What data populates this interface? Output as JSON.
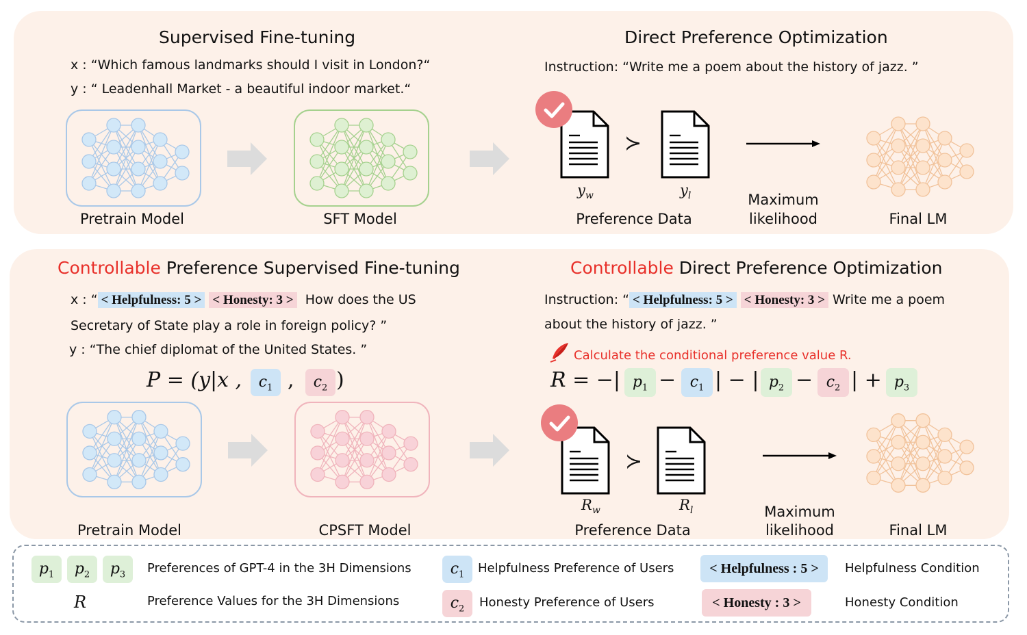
{
  "top": {
    "sft_title": "Supervised Fine-tuning",
    "sft_x": "x : “Which famous landmarks should I visit in London?“",
    "sft_y": "y : “ Leadenhall Market - a beautiful indoor market.“",
    "pretrain_label": "Pretrain Model",
    "sft_label": "SFT Model",
    "dpo_title": "Direct Preference Optimization",
    "dpo_instruction": "Instruction: “Write me a poem about the history of jazz. ”",
    "yw": "y",
    "yw_sub": "w",
    "yl": "y",
    "yl_sub": "l",
    "pref_label": "Preference Data",
    "ml_label_1": "Maximum",
    "ml_label_2": "likelihood",
    "final_label": "Final LM",
    "succ": "≻"
  },
  "bottom": {
    "cpsft_title_red": "Controllable",
    "cpsft_title_rest": " Preference Supervised Fine-tuning",
    "x_prefix": "x : “",
    "help_tag": "< Helpfulness: 5 >",
    "hon_tag": "< Honesty: 3 >",
    "x_rest": "How does the US",
    "x_line2": "Secretary of State play a role in foreign policy? ”",
    "y_line": "y :  “The chief diplomat of the United States. ”",
    "p_eq_1": "P = (y|x ,",
    "p_c1": "c",
    "p_c1_sub": "1",
    "comma": ",",
    "p_c2": "c",
    "p_c2_sub": "2",
    "p_close": ")",
    "pretrain_label": "Pretrain Model",
    "cpsft_label": "CPSFT Model",
    "cdpo_title_red": "Controllable",
    "cdpo_title_rest": " Direct Preference Optimization",
    "instr_prefix": "Instruction: “",
    "instr_rest": " Write me a poem",
    "instr_line2": "about the history of jazz. ”",
    "calc_text": "Calculate the conditional preference value R.",
    "r_eq": "R = −|",
    "minus": "−",
    "bar_minus_bar": "| − |",
    "bar_plus": "| +",
    "p1": "p",
    "p1_sub": "1",
    "c1": "c",
    "c1_sub": "1",
    "p2": "p",
    "p2_sub": "2",
    "c2": "c",
    "c2_sub": "2",
    "p3": "p",
    "p3_sub": "3",
    "rw": "R",
    "rw_sub": "w",
    "rl": "R",
    "rl_sub": "l",
    "pref_label": "Preference Data",
    "ml_label_1": "Maximum",
    "ml_label_2": "likelihood",
    "final_label": "Final LM",
    "succ": "≻"
  },
  "legend": {
    "p1": "p",
    "p1_sub": "1",
    "p2": "p",
    "p2_sub": "2",
    "p3": "p",
    "p3_sub": "3",
    "gpt_desc": "Preferences of GPT-4 in the 3H Dimensions",
    "r": "R",
    "r_desc": "Preference Values for the 3H Dimensions",
    "c1": "c",
    "c1_sub": "1",
    "c1_desc": "Helpfulness Preference of Users",
    "c2": "c",
    "c2_sub": "2",
    "c2_desc": "Honesty Preference of Users",
    "help_tag": "< Helpfulness : 5 >",
    "help_desc": "Helpfulness Condition",
    "hon_tag": "< Honesty : 3 >",
    "hon_desc": "Honesty Condition"
  },
  "colors": {
    "panel": "#fdf1e9",
    "blue_net": "#a9c8e8",
    "blue_node": "#d2e8f8",
    "green_net": "#a5d18e",
    "green_node": "#def0d2",
    "pink_net": "#f0b4bc",
    "pink_node": "#f8d2d8",
    "orange_net": "#f1c29a",
    "orange_node": "#fde3cc",
    "red": "#e8302a",
    "check": "#ea7d80"
  },
  "icons": [
    "network-icon",
    "document-icon",
    "check-badge-icon",
    "arrow-icon",
    "quill-icon"
  ]
}
